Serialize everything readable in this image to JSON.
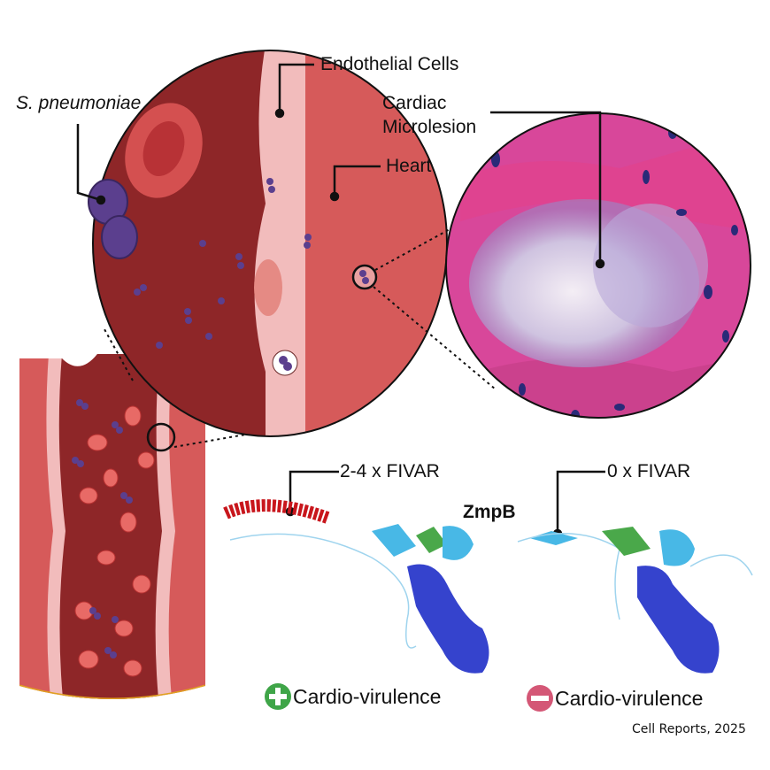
{
  "labels": {
    "bacterium": "S. pneumoniae",
    "endothelial": "Endothelial Cells",
    "heart": "Heart",
    "microlesion_line1": "Cardiac",
    "microlesion_line2": "Microlesion",
    "protein": "ZmpB",
    "fivar_positive": "2-4 x FIVAR",
    "fivar_negative": "0 x FIVAR",
    "virulence_positive": "Cardio-virulence",
    "virulence_negative": "Cardio-virulence",
    "citation": "Cell Reports, 2025"
  },
  "icons": {
    "positive": "plus-circle-icon",
    "negative": "minus-circle-icon"
  },
  "colors": {
    "lumen": "#8e2628",
    "heart_tissue": "#d65a5a",
    "endothelium": "#f2bcbc",
    "bacteria": "#5b3f8e",
    "histology": "#d8479a",
    "fivar_domain": "#c8161c",
    "protein_core": "#1f2fc8",
    "protein_light": "#48b8e6",
    "protein_green": "#4aa84a",
    "positive": "#3fa548",
    "negative": "#d45776"
  }
}
